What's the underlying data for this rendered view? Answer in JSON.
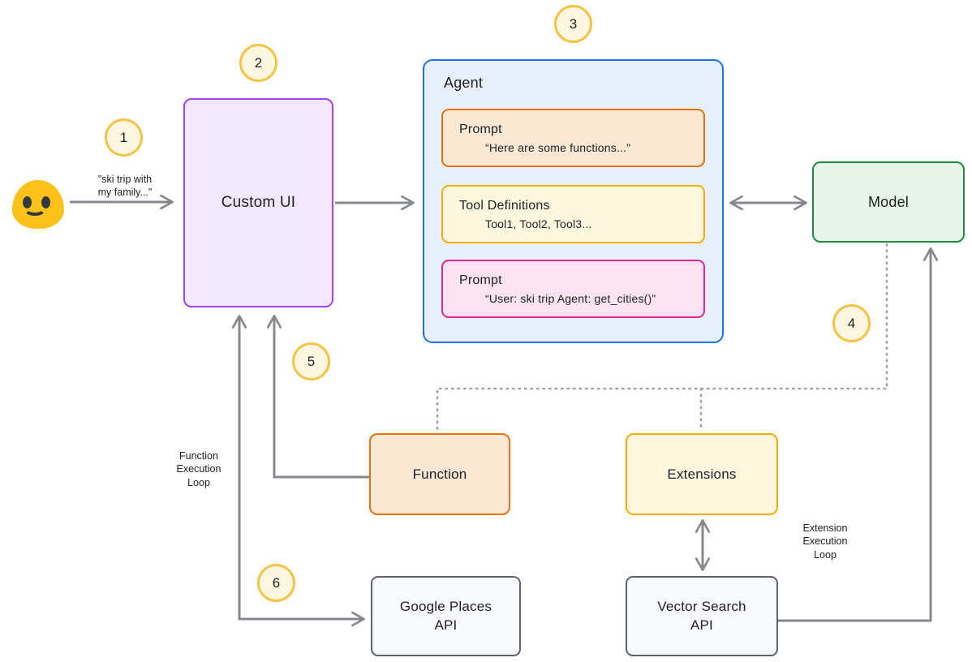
{
  "steps": [
    {
      "label": "1"
    },
    {
      "label": "2"
    },
    {
      "label": "3"
    },
    {
      "label": "4"
    },
    {
      "label": "5"
    },
    {
      "label": "6"
    }
  ],
  "user": {
    "message": "\"ski trip with\nmy family...\""
  },
  "custom_ui": {
    "label": "Custom UI"
  },
  "agent": {
    "title": "Agent",
    "blocks": [
      {
        "title": "Prompt",
        "detail": "“Here are some functions...”"
      },
      {
        "title": "Tool Definitions",
        "detail": "Tool1, Tool2, Tool3..."
      },
      {
        "title": "Prompt",
        "detail": "“User: ski trip Agent: get_cities()”"
      }
    ]
  },
  "model": {
    "label": "Model"
  },
  "function_box": {
    "label": "Function"
  },
  "extensions_box": {
    "label": "Extensions"
  },
  "google_places_box": {
    "label": "Google Places\nAPI"
  },
  "vector_search_box": {
    "label": "Vector Search\nAPI"
  },
  "loop_labels": {
    "function_loop": "Function\nExecution\nLoop",
    "extension_loop": "Extension\nExecution\nLoop"
  },
  "connections": [
    {
      "from": "user",
      "to": "custom-ui",
      "style": "solid-arrow"
    },
    {
      "from": "custom-ui",
      "to": "agent",
      "style": "solid-arrow"
    },
    {
      "from": "agent",
      "to": "model",
      "style": "solid-arrow-bidirectional"
    },
    {
      "from": "model",
      "to": "function-and-extensions",
      "style": "dotted"
    },
    {
      "from": "function",
      "to": "custom-ui",
      "style": "solid-arrow"
    },
    {
      "from": "custom-ui",
      "to": "google-places-api",
      "style": "solid-arrow-bidirectional"
    },
    {
      "from": "extensions",
      "to": "vector-search-api",
      "style": "solid-arrow-bidirectional"
    },
    {
      "from": "vector-search-api",
      "to": "model",
      "style": "solid-arrow"
    }
  ],
  "colors": {
    "purple_border": "#A142F4",
    "purple_fill": "#F3E8FD",
    "blue_border": "#1A73E8",
    "blue_fill": "#E8F0FE",
    "orange_border": "#E8710A",
    "orange_fill": "#FAE7D4",
    "yellow_border": "#F9AB00",
    "yellow_fill": "#FEF7E0",
    "pink_border": "#E52592",
    "pink_fill": "#FCE3F1",
    "green_border": "#1E8E3E",
    "green_fill": "#E6F4EA",
    "gray_border": "#5F6368",
    "gray_fill": "#F8F9FA",
    "circle_border": "#F5C445",
    "circle_fill": "#FDF7E2",
    "arrow_gray": "#85898E",
    "dotted_gray": "#9AA0A6",
    "emoji_yellow": "#FCC21B"
  }
}
